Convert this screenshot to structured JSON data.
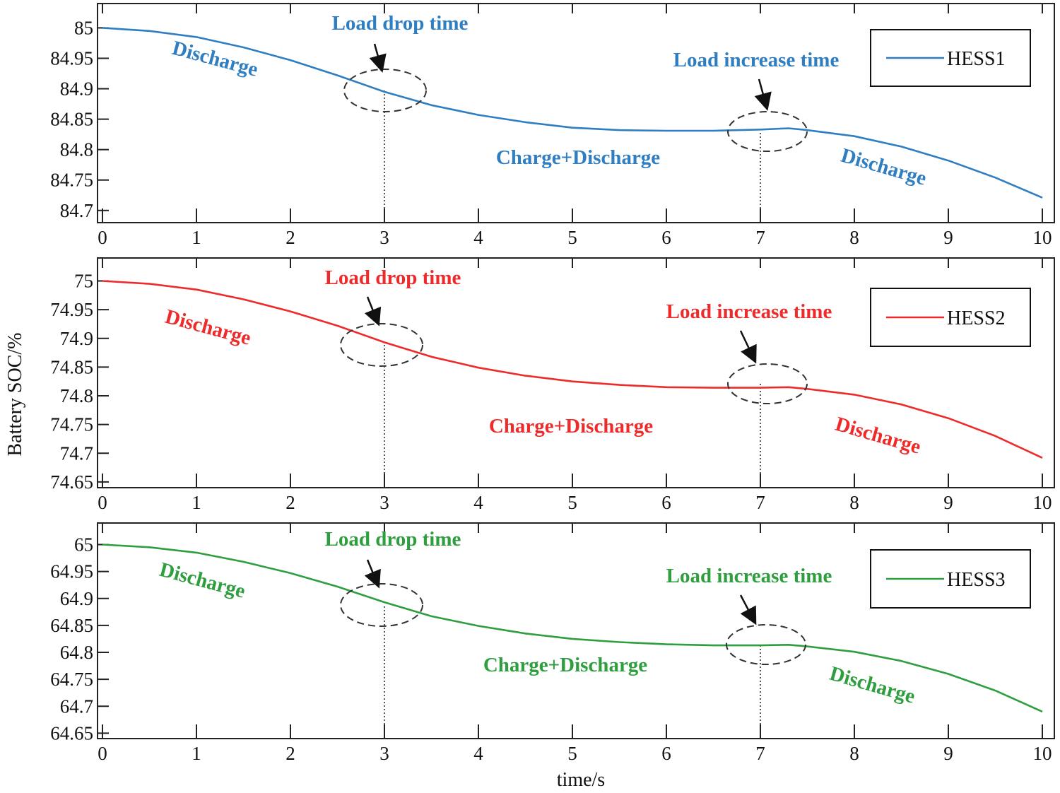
{
  "chart_data": [
    {
      "type": "line",
      "color": "#2f7ec2",
      "series": [
        {
          "name": "HESS1",
          "x": [
            0,
            0.5,
            1,
            1.5,
            2,
            2.5,
            3,
            3.5,
            4,
            4.5,
            5,
            5.5,
            6,
            6.5,
            7,
            7.3,
            7.5,
            8,
            8.5,
            9,
            9.5,
            10
          ],
          "y": [
            85,
            84.995,
            84.985,
            84.968,
            84.947,
            84.922,
            84.895,
            84.873,
            84.857,
            84.845,
            84.836,
            84.832,
            84.831,
            84.831,
            84.833,
            84.835,
            84.832,
            84.822,
            84.805,
            84.782,
            84.754,
            84.721
          ]
        }
      ],
      "xlim": [
        0,
        10
      ],
      "ylim": [
        84.68,
        85.04
      ],
      "xticks": [
        "0",
        "1",
        "2",
        "3",
        "4",
        "5",
        "6",
        "7",
        "8",
        "9",
        "10"
      ],
      "yticks": [
        "85",
        "84.95",
        "84.9",
        "84.85",
        "84.8",
        "84.75",
        "84.7"
      ],
      "ytick_values": [
        85,
        84.95,
        84.9,
        84.85,
        84.8,
        84.75,
        84.7
      ],
      "legend_position": "top-right",
      "annotations": {
        "load_drop": "Load drop time",
        "load_increase": "Load  increase time",
        "discharge_left": "Discharge",
        "charge_discharge": "Charge+Discharge",
        "discharge_right": "Discharge"
      }
    },
    {
      "type": "line",
      "color": "#ee2b2b",
      "series": [
        {
          "name": "HESS2",
          "x": [
            0,
            0.5,
            1,
            1.5,
            2,
            2.5,
            3,
            3.5,
            4,
            4.5,
            5,
            5.5,
            6,
            6.5,
            7,
            7.3,
            7.5,
            8,
            8.5,
            9,
            9.5,
            10
          ],
          "y": [
            75,
            74.995,
            74.985,
            74.968,
            74.947,
            74.922,
            74.893,
            74.868,
            74.849,
            74.835,
            74.825,
            74.819,
            74.815,
            74.814,
            74.814,
            74.815,
            74.812,
            74.802,
            74.785,
            74.761,
            74.73,
            74.692
          ]
        }
      ],
      "xlim": [
        0,
        10
      ],
      "ylim": [
        74.64,
        75.04
      ],
      "xticks": [
        "0",
        "1",
        "2",
        "3",
        "4",
        "5",
        "6",
        "7",
        "8",
        "9",
        "10"
      ],
      "yticks": [
        "75",
        "74.95",
        "74.9",
        "74.85",
        "74.8",
        "74.75",
        "74.7",
        "74.65"
      ],
      "ytick_values": [
        75,
        74.95,
        74.9,
        74.85,
        74.8,
        74.75,
        74.7,
        74.65
      ],
      "legend_position": "top-right",
      "annotations": {
        "load_drop": "Load drop time",
        "load_increase": "Load  increase time",
        "discharge_left": "Discharge",
        "charge_discharge": "Charge+Discharge",
        "discharge_right": "Discharge"
      }
    },
    {
      "type": "line",
      "color": "#2e9e3e",
      "series": [
        {
          "name": "HESS3",
          "x": [
            0,
            0.5,
            1,
            1.5,
            2,
            2.5,
            3,
            3.5,
            4,
            4.5,
            5,
            5.5,
            6,
            6.5,
            7,
            7.3,
            7.5,
            8,
            8.5,
            9,
            9.5,
            10
          ],
          "y": [
            65,
            64.995,
            64.985,
            64.968,
            64.947,
            64.922,
            64.893,
            64.867,
            64.849,
            64.835,
            64.825,
            64.819,
            64.815,
            64.813,
            64.813,
            64.814,
            64.811,
            64.801,
            64.784,
            64.76,
            64.729,
            64.69
          ]
        }
      ],
      "xlim": [
        0,
        10
      ],
      "ylim": [
        64.64,
        65.04
      ],
      "xticks": [
        "0",
        "1",
        "2",
        "3",
        "4",
        "5",
        "6",
        "7",
        "8",
        "9",
        "10"
      ],
      "yticks": [
        "65",
        "64.95",
        "64.9",
        "64.85",
        "64.8",
        "64.75",
        "64.7",
        "64.65"
      ],
      "ytick_values": [
        65,
        64.95,
        64.9,
        64.85,
        64.8,
        64.75,
        64.7,
        64.65
      ],
      "legend_position": "top-right",
      "annotations": {
        "load_drop": "Load drop time",
        "load_increase": "Load  increase time",
        "discharge_left": "Discharge",
        "charge_discharge": "Charge+Discharge",
        "discharge_right": "Discharge"
      }
    }
  ],
  "ylabel": "Battery SOC/%",
  "xlabel": "time/s",
  "event_times": [
    3,
    7
  ]
}
